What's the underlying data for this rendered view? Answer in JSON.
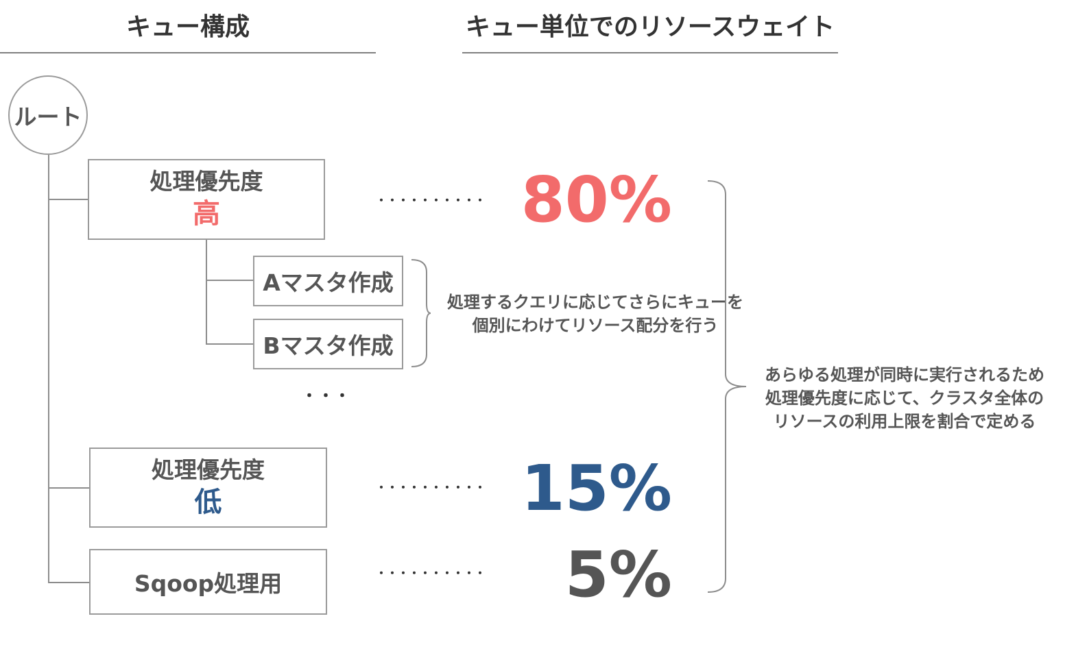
{
  "headings": {
    "left": "キュー構成",
    "right": "キュー単位でのリソースウェイト"
  },
  "root": {
    "label": "ルート"
  },
  "queues": {
    "high": {
      "line1": "処理優先度",
      "line2": "高",
      "weight": "80%"
    },
    "sub_a": {
      "label": "Aマスタ作成"
    },
    "sub_b": {
      "label": "Bマスタ作成"
    },
    "ellipsis": "・・・",
    "low": {
      "line1": "処理優先度",
      "line2": "低",
      "weight": "15%"
    },
    "sqoop": {
      "label": "Sqoop処理用",
      "weight": "5%"
    }
  },
  "notes": {
    "sub_queue_note": [
      "処理するクエリに応じてさらにキューを",
      "個別にわけてリソース配分を行う"
    ],
    "overall_note": [
      "あらゆる処理が同時に実行されるため",
      "処理優先度に応じて、クラスタ全体の",
      "リソースの利用上限を割合で定める"
    ]
  },
  "leader_dots": "・・・・・・・・・・",
  "colors": {
    "high": "#f26b6b",
    "low": "#2e5a8c",
    "neutral": "#555555"
  }
}
